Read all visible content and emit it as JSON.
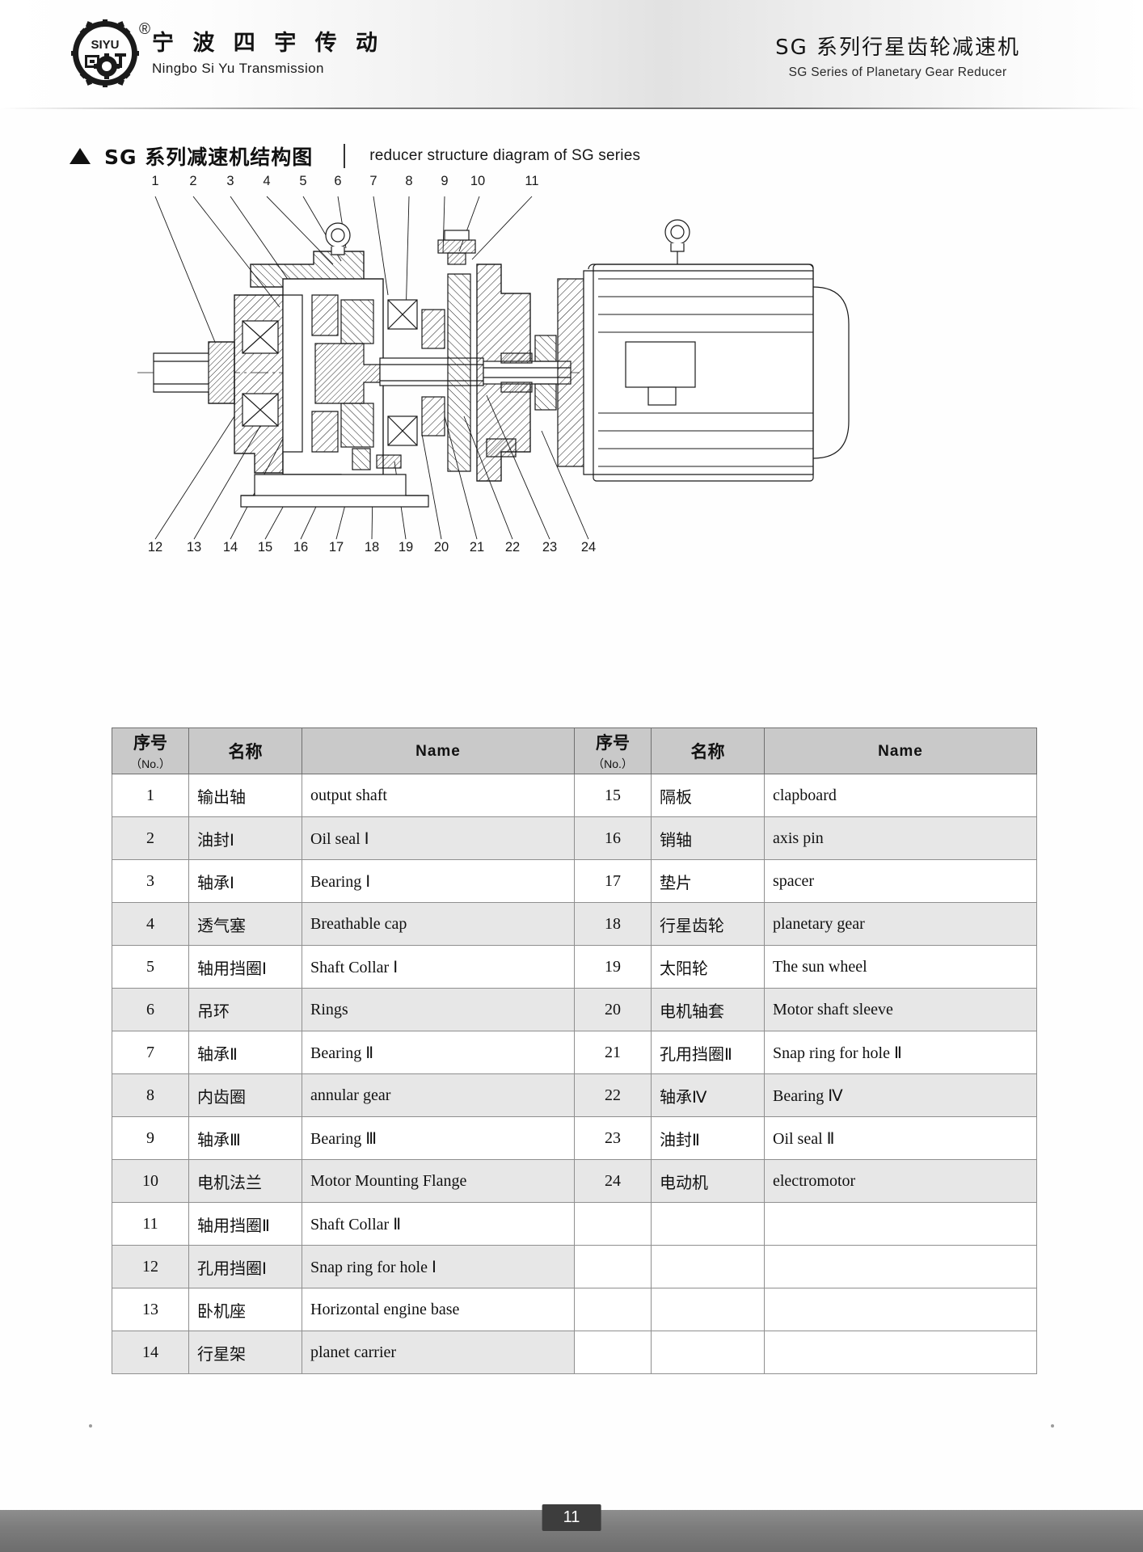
{
  "header": {
    "logo_mark_text": "SIYU",
    "logo_registered": "®",
    "company_cn": "宁 波 四 宇 传 动",
    "company_en": "Ningbo Si Yu Transmission",
    "title_cn": "SG 系列行星齿轮减速机",
    "title_en": "SG  Series of Planetary Gear Reducer"
  },
  "section": {
    "title_cn": "SG  系列减速机结构图",
    "title_en": "reducer structure diagram of SG  series"
  },
  "diagram": {
    "top_callouts": [
      "1",
      "2",
      "3",
      "4",
      "5",
      "6",
      "7",
      "8",
      "9",
      "10",
      "11"
    ],
    "bottom_callouts": [
      "12",
      "13",
      "14",
      "15",
      "16",
      "17",
      "18",
      "19",
      "20",
      "21",
      "22",
      "23",
      "24"
    ]
  },
  "table": {
    "headers": {
      "no_cn": "序号",
      "no_en": "（No.）",
      "name_cn": "名称",
      "name_en": "Name"
    },
    "rows": [
      {
        "no": "1",
        "cn": "输出轴",
        "en": "output shaft",
        "no2": "15",
        "cn2": "隔板",
        "en2": "clapboard"
      },
      {
        "no": "2",
        "cn": "油封Ⅰ",
        "en": "Oil seal  Ⅰ",
        "no2": "16",
        "cn2": "销轴",
        "en2": "axis pin"
      },
      {
        "no": "3",
        "cn": "轴承Ⅰ",
        "en": "Bearing  Ⅰ",
        "no2": "17",
        "cn2": "垫片",
        "en2": "spacer"
      },
      {
        "no": "4",
        "cn": "透气塞",
        "en": "Breathable cap",
        "no2": "18",
        "cn2": "行星齿轮",
        "en2": "planetary gear"
      },
      {
        "no": "5",
        "cn": "轴用挡圈Ⅰ",
        "en": "Shaft Collar  Ⅰ",
        "no2": "19",
        "cn2": "太阳轮",
        "en2": "The sun wheel"
      },
      {
        "no": "6",
        "cn": "吊环",
        "en": "Rings",
        "no2": "20",
        "cn2": "电机轴套",
        "en2": "Motor shaft sleeve"
      },
      {
        "no": "7",
        "cn": "轴承Ⅱ",
        "en": "Bearing  Ⅱ",
        "no2": "21",
        "cn2": "孔用挡圈Ⅱ",
        "en2": "Snap ring for hole  Ⅱ"
      },
      {
        "no": "8",
        "cn": "内齿圈",
        "en": "annular gear",
        "no2": "22",
        "cn2": "轴承Ⅳ",
        "en2": "Bearing  Ⅳ"
      },
      {
        "no": "9",
        "cn": "轴承Ⅲ",
        "en": "Bearing  Ⅲ",
        "no2": "23",
        "cn2": "油封Ⅱ",
        "en2": "Oil seal  Ⅱ"
      },
      {
        "no": "10",
        "cn": "电机法兰",
        "en": "Motor Mounting Flange",
        "no2": "24",
        "cn2": "电动机",
        "en2": "electromotor"
      },
      {
        "no": "11",
        "cn": "轴用挡圈Ⅱ",
        "en": "Shaft Collar  Ⅱ",
        "no2": "",
        "cn2": "",
        "en2": ""
      },
      {
        "no": "12",
        "cn": "孔用挡圈Ⅰ",
        "en": "Snap ring for hole  Ⅰ",
        "no2": "",
        "cn2": "",
        "en2": ""
      },
      {
        "no": "13",
        "cn": "卧机座",
        "en": "Horizontal engine base",
        "no2": "",
        "cn2": "",
        "en2": ""
      },
      {
        "no": "14",
        "cn": "行星架",
        "en": "planet carrier",
        "no2": "",
        "cn2": "",
        "en2": ""
      }
    ]
  },
  "footer": {
    "page_number": "11"
  }
}
